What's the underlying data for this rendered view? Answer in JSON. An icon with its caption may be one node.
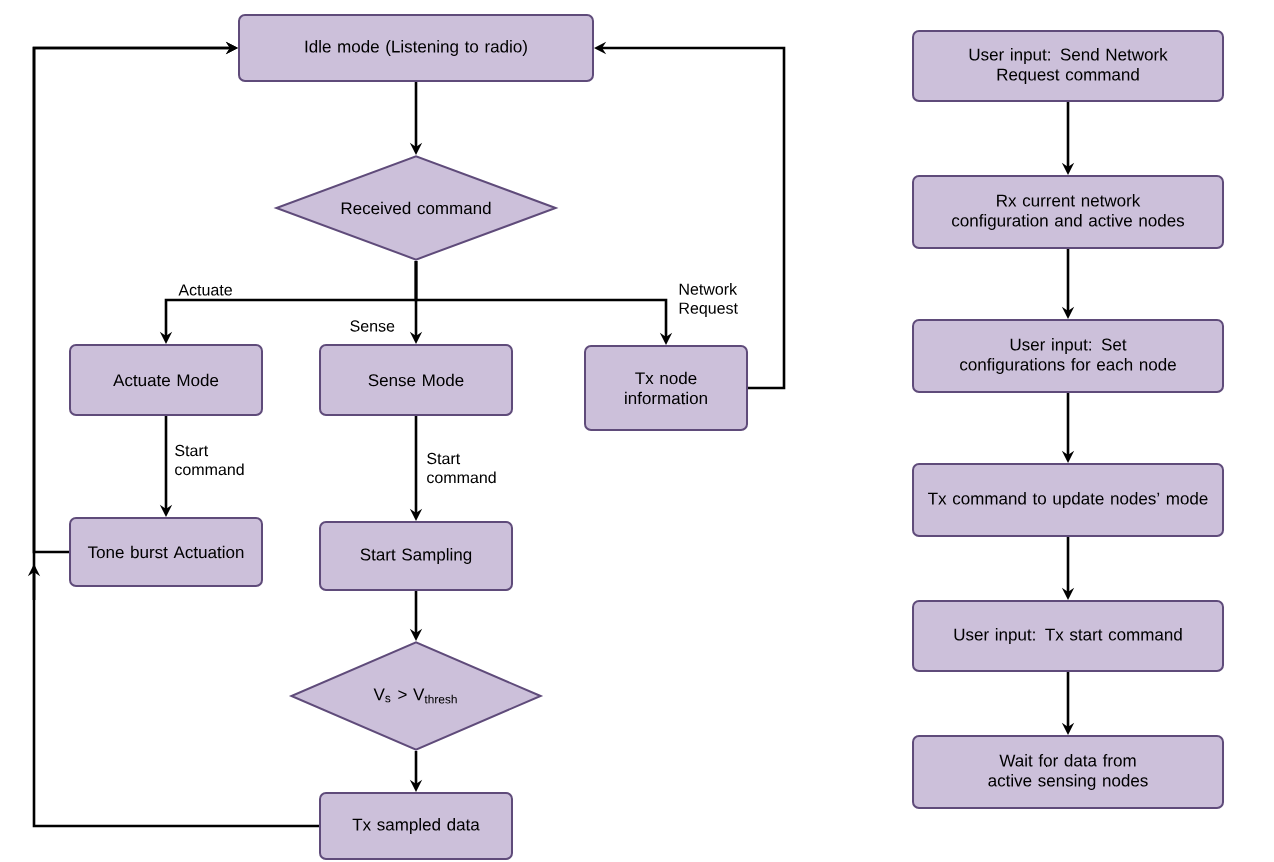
{
  "diagram": {
    "nodes": [
      {
        "text": [
          "Idle mode (Listening to radio)"
        ]
      },
      {
        "text": [
          "Received command"
        ]
      },
      {
        "text": [
          "Actuate Mode"
        ]
      },
      {
        "text": [
          "Sense Mode"
        ]
      },
      {
        "text": [
          "Tx node information"
        ]
      },
      {
        "text": [
          "Tone burst Actuation"
        ]
      },
      {
        "text": [
          "Start Sampling"
        ]
      },
      {
        "text": [
          "V$_{s}$ > V$_{thresh}$"
        ]
      },
      {
        "text": [
          "Tx sampled data"
        ]
      },
      {
        "text": [
          "User input: Send Network Request command"
        ]
      },
      {
        "text": [
          "Rx current network configuration and active nodes"
        ]
      },
      {
        "text": [
          "User input: Set configurations for each node"
        ]
      },
      {
        "text": [
          "Tx command to update nodes’ mode"
        ]
      },
      {
        "text": [
          "User input: Tx start command"
        ]
      },
      {
        "text": [
          "Wait for data from active sensing nodes"
        ]
      }
    ],
    "edges": [
      {
        "from": 0,
        "to": 1,
        "arrow": "to"
      },
      {
        "from": 1,
        "to": 2,
        "arrow": "to",
        "label": "Actuate"
      },
      {
        "from": 1,
        "to": 3,
        "arrow": "to",
        "label": "Sense"
      },
      {
        "from": 1,
        "to": 4,
        "arrow": "to",
        "label": "Network Request"
      },
      {
        "from": 2,
        "to": 5,
        "arrow": "to",
        "label": "Start command"
      },
      {
        "from": 3,
        "to": 6,
        "arrow": "to",
        "label": "Start command"
      },
      {
        "from": 4,
        "to": 0,
        "arrow": "to"
      },
      {
        "from": 5,
        "to": 0,
        "arrow": "to"
      },
      {
        "from": 6,
        "to": 7,
        "arrow": "to"
      },
      {
        "from": 7,
        "to": 8,
        "arrow": "to"
      },
      {
        "from": 8,
        "to": 0,
        "arrow": "to"
      },
      {
        "from": 9,
        "to": 10,
        "arrow": "to"
      },
      {
        "from": 10,
        "to": 11,
        "arrow": "to"
      },
      {
        "from": 11,
        "to": 12,
        "arrow": "to"
      },
      {
        "from": 12,
        "to": 13,
        "arrow": "to"
      },
      {
        "from": 13,
        "to": 14,
        "arrow": "to"
      }
    ]
  }
}
